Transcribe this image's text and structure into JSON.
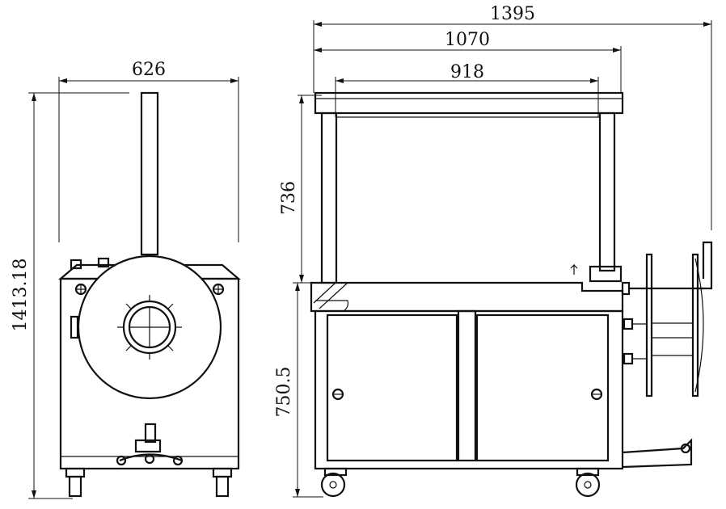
{
  "dimensions": {
    "front_width": "626",
    "total_height": "1413.18",
    "overall_length": "1395",
    "table_length": "1070",
    "arch_inner_width": "918",
    "arch_height": "736",
    "table_height": "750.5"
  },
  "colors": {
    "line": "#111111",
    "background": "#ffffff"
  }
}
